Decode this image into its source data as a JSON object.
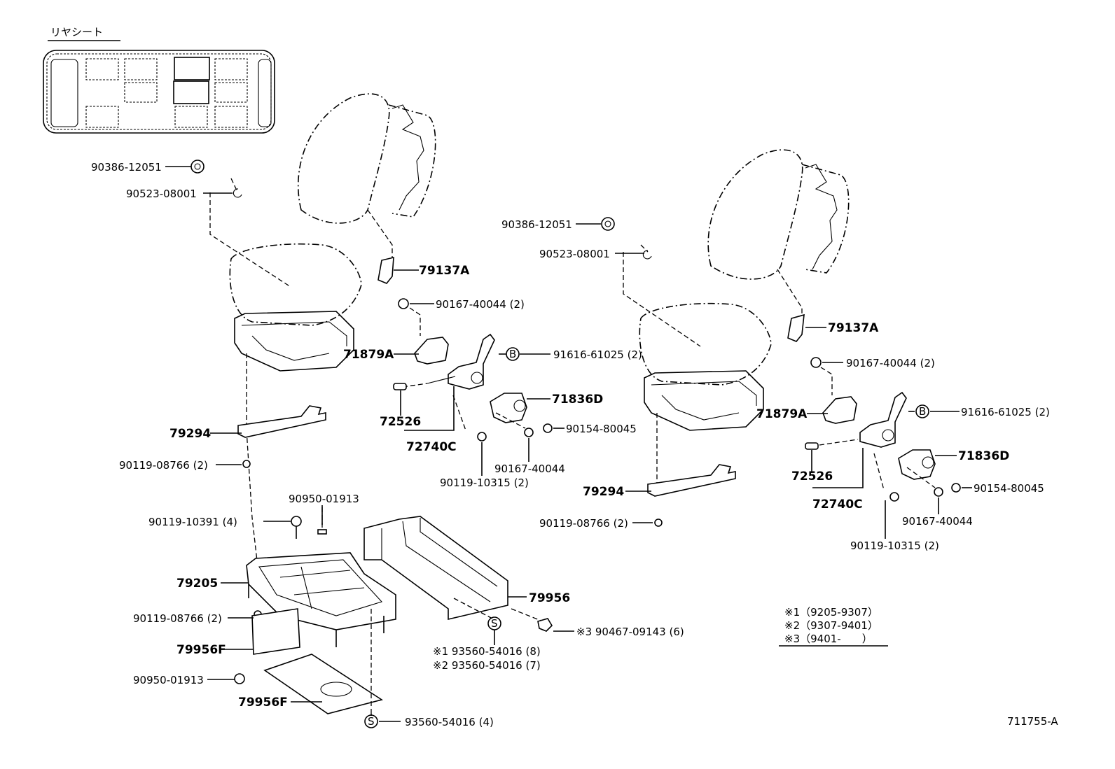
{
  "inset": {
    "title": "リヤシート"
  },
  "labels": {
    "l_cap_nut_1": "90386-12051",
    "l_clip_1": "90523-08001",
    "l_hinge_cover_1": "79137A",
    "l_bolt_40044_top_1": "90167-40044 (2)",
    "l_cover_1": "71879A",
    "l_b_mark_1": "B",
    "l_screw_b_1": "91616-61025 (2)",
    "l_adjuster_1": "71836D",
    "l_knob_1": "72526",
    "l_screw_80045_1": "90154-80045",
    "l_assy_1": "72740C",
    "l_bolt_40044_low_1": "90167-40044",
    "l_bolt_10315_1": "90119-10315 (2)",
    "l_bracket_1": "79294",
    "l_bolt_08766_a": "90119-08766 (2)",
    "l_plug_01913_a": "90950-01913",
    "l_bolt_10391": "90119-10391 (4)",
    "l_frame": "79205",
    "l_bolt_08766_b": "90119-08766 (2)",
    "l_plate": "79956F",
    "l_plug_01913_b": "90950-01913",
    "l_cover_plate": "79956F",
    "l_s_mark_bottom": "S",
    "l_screw_54016_4": "93560-54016 (4)",
    "l_box": "79956",
    "l_s_mark_box": "S",
    "l_note3_bolt": "※3  90467-09143 (6)",
    "l_note1_screw": "※1  93560-54016 (8)",
    "l_note2_screw": "※2  93560-54016 (7)",
    "l_cap_nut_2": "90386-12051",
    "l_clip_2": "90523-08001",
    "l_hinge_cover_2": "79137A",
    "l_bolt_40044_top_2": "90167-40044 (2)",
    "l_cover_2": "71879A",
    "l_b_mark_2": "B",
    "l_screw_b_2": "91616-61025 (2)",
    "l_adjuster_2": "71836D",
    "l_knob_2": "72526",
    "l_screw_80045_2": "90154-80045",
    "l_assy_2": "72740C",
    "l_bolt_40044_low_2": "90167-40044",
    "l_bolt_10315_2": "90119-10315 (2)",
    "l_bracket_2": "79294",
    "l_bolt_08766_c": "90119-08766 (2)"
  },
  "notes": [
    "※1（9205-9307）",
    "※2（9307-9401）",
    "※3（9401-　　）"
  ],
  "figure_code": "711755-A"
}
